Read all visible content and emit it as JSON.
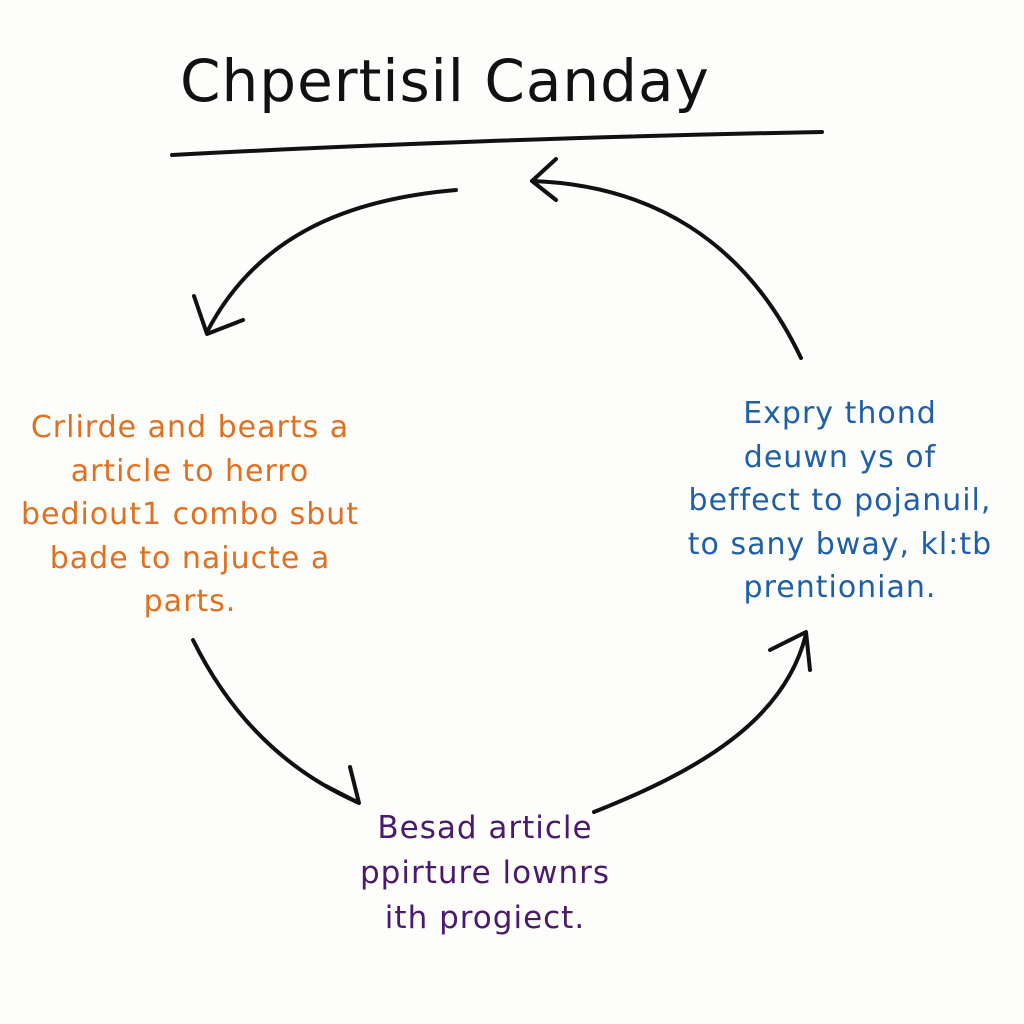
{
  "diagram": {
    "title": "Chpertisil Canday",
    "colors": {
      "ink": "#111111",
      "orange": "#e0701f",
      "blue": "#1f5fa8",
      "purple": "#4a1a6b"
    },
    "nodes": {
      "left": {
        "lines": [
          "Crlirde and bearts a",
          "article to herro",
          "bediout1 combo sbut",
          "bade to najucte a",
          "parts."
        ]
      },
      "right": {
        "lines": [
          "Expry thond",
          "deuwn ys of",
          "beffect to pojanuil,",
          "to sany bway, kl:tb",
          "prentionian."
        ]
      },
      "bottom": {
        "lines": [
          "Besad article",
          "ppirture lownrs",
          "ith progiect."
        ]
      }
    },
    "arrows": [
      {
        "from": "top",
        "to": "left"
      },
      {
        "from": "left",
        "to": "bottom"
      },
      {
        "from": "bottom",
        "to": "right"
      },
      {
        "from": "right",
        "to": "top"
      }
    ]
  }
}
